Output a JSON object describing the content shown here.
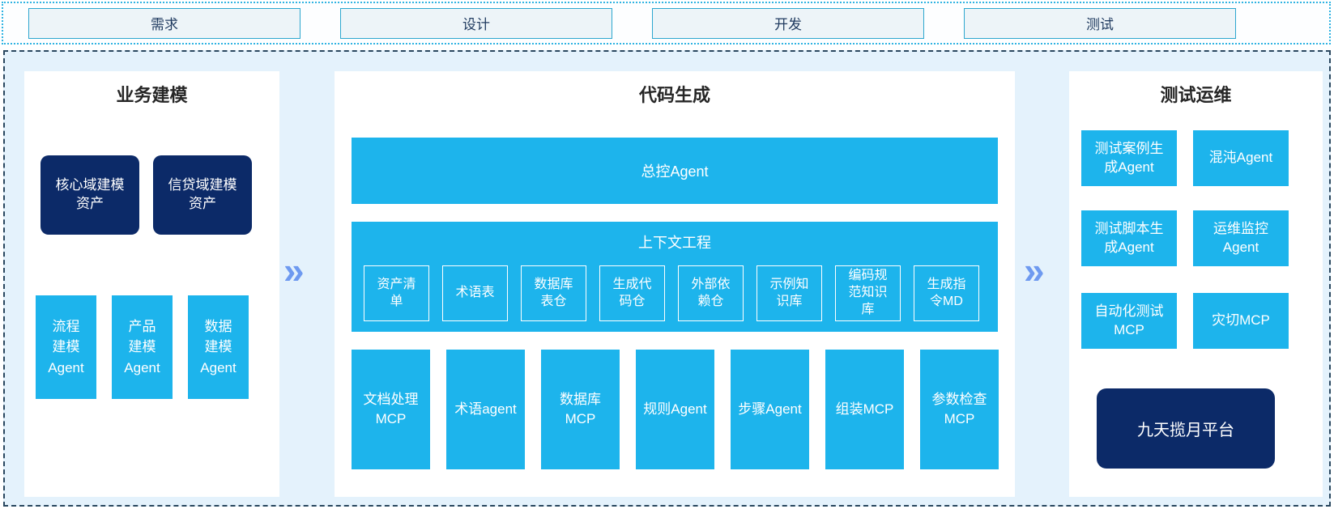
{
  "colors": {
    "accent_cyan": "#1db4ec",
    "navy": "#0c2a68",
    "canvas_bg": "#e4f2fc",
    "panel_bg": "#ffffff",
    "arrow_blue": "#6e9af0",
    "phase_box_fill": "#edf4f8",
    "phase_box_border": "#2da7cf",
    "strip_dotted_border": "#2fb3e2",
    "main_dashed_border": "#29475f"
  },
  "phases": {
    "items": [
      {
        "label": "需求"
      },
      {
        "label": "设计"
      },
      {
        "label": "开发"
      },
      {
        "label": "测试"
      }
    ]
  },
  "arrows": {
    "glyph": "»"
  },
  "left_panel": {
    "title": "业务建模",
    "asset_boxes": [
      {
        "label": "核心域建模\n资产"
      },
      {
        "label": "信贷域建模\n资产"
      }
    ],
    "agent_boxes": [
      {
        "label": "流程\n建模\nAgent"
      },
      {
        "label": "产品\n建模\nAgent"
      },
      {
        "label": "数据\n建模\nAgent"
      }
    ]
  },
  "middle_panel": {
    "title": "代码生成",
    "master_agent": "总控Agent",
    "context": {
      "title": "上下文工程",
      "items": [
        {
          "label": "资产清\n单"
        },
        {
          "label": "术语表"
        },
        {
          "label": "数据库\n表仓"
        },
        {
          "label": "生成代\n码仓"
        },
        {
          "label": "外部依\n赖仓"
        },
        {
          "label": "示例知\n识库"
        },
        {
          "label": "编码规\n范知识\n库"
        },
        {
          "label": "生成指\n令MD"
        }
      ]
    },
    "tools": [
      {
        "label": "文档处理\nMCP"
      },
      {
        "label": "术语agent"
      },
      {
        "label": "数据库\nMCP"
      },
      {
        "label": "规则Agent"
      },
      {
        "label": "步骤Agent"
      },
      {
        "label": "组装MCP"
      },
      {
        "label": "参数检查\nMCP"
      }
    ]
  },
  "right_panel": {
    "title": "测试运维",
    "boxes": [
      {
        "label": "测试案例生\n成Agent"
      },
      {
        "label": "混沌Agent"
      },
      {
        "label": "测试脚本生\n成Agent"
      },
      {
        "label": "运维监控\nAgent"
      },
      {
        "label": "自动化测试\nMCP"
      },
      {
        "label": "灾切MCP"
      }
    ],
    "platform": "九天揽月平台"
  }
}
